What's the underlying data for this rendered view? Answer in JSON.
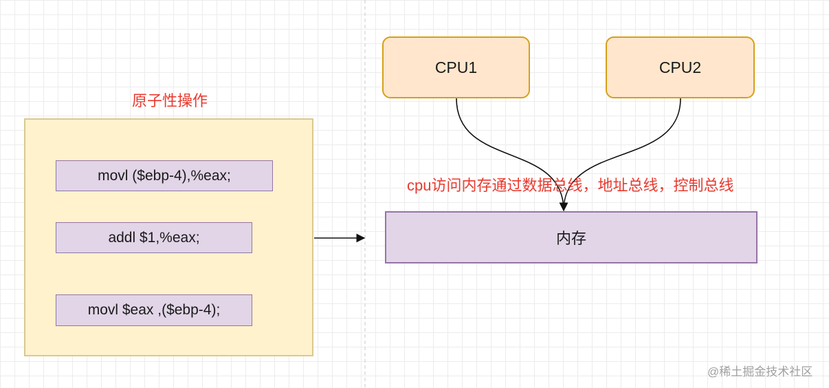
{
  "title": "原子性操作",
  "instructions": [
    "movl ($ebp-4),%eax;",
    "addl $1,%eax;",
    "movl $eax ,($ebp-4);"
  ],
  "cpus": [
    "CPU1",
    "CPU2"
  ],
  "memory_label": "内存",
  "bus_note": "cpu访问内存通过数据总线，地址总线，控制总线",
  "watermark": "@稀土掘金技术社区",
  "colors": {
    "cpu_fill": "#ffe6cc",
    "cpu_border": "#d6a01a",
    "group_fill": "#fff2cc",
    "group_border": "#d9c98f",
    "instr_fill": "#e1d5e7",
    "instr_border": "#9673a6",
    "label_text": "#e83a2f"
  }
}
